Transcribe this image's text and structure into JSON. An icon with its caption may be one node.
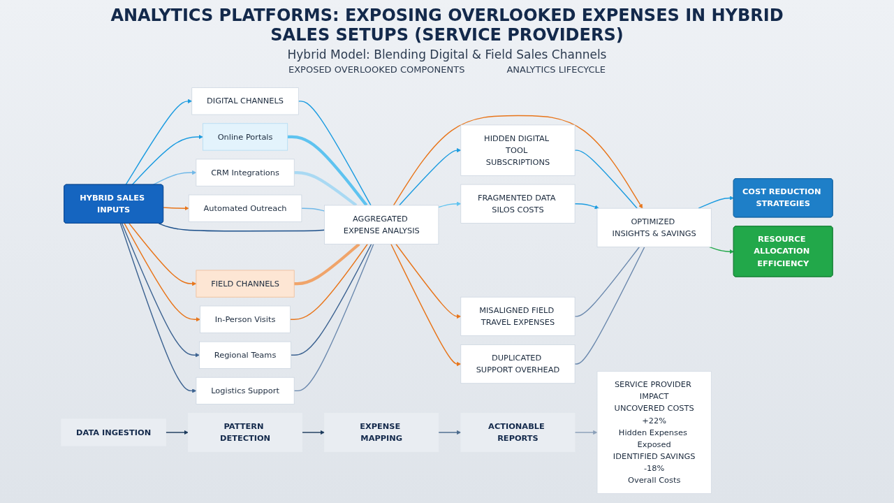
{
  "diagram": {
    "title": "ANALYTICS PLATFORMS: EXPOSING OVERLOOKED EXPENSES IN HYBRID SALES SETUPS (SERVICE PROVIDERS)",
    "nodes": [
      {
        "text": [
          "HYBRID SALES INPUTS"
        ]
      },
      {
        "text": [
          "DIGITAL CHANNELS"
        ]
      },
      {
        "text": [
          "Online Portals"
        ]
      },
      {
        "text": [
          "CRM Integrations"
        ]
      },
      {
        "text": [
          "Automated Outreach"
        ]
      },
      {
        "text": [
          "FIELD CHANNELS"
        ]
      },
      {
        "text": [
          "In-Person Visits"
        ]
      },
      {
        "text": [
          "Regional Teams"
        ]
      },
      {
        "text": [
          "Logistics Support"
        ]
      },
      {
        "text": [
          "AGGREGATED EXPENSE ANALYSIS"
        ]
      },
      {
        "text": [
          "HIDDEN DIGITAL TOOL SUBSCRIPTIONS"
        ]
      },
      {
        "text": [
          "FRAGMENTED DATA SILOS COSTS"
        ]
      },
      {
        "text": [
          "MISALIGNED FIELD TRAVEL EXPENSES"
        ]
      },
      {
        "text": [
          "DUPLICATED SUPPORT OVERHEAD"
        ]
      },
      {
        "text": [
          "OPTIMIZED INSIGHTS & SAVINGS"
        ]
      },
      {
        "text": [
          "COST REDUCTION STRATEGIES"
        ]
      },
      {
        "text": [
          "RESOURCE ALLOCATION EFFICIENCY"
        ]
      },
      {
        "text": [
          "DATA INGESTION"
        ]
      },
      {
        "text": [
          "PATTERN DETECTION"
        ]
      },
      {
        "text": [
          "EXPENSE MAPPING"
        ]
      },
      {
        "text": [
          "ACTIONABLE REPORTS"
        ]
      },
      {
        "text": [
          "SERVICE PROVIDER IMPACT",
          "UNCOVERED COSTS",
          "+22%",
          "Hidden Expenses Exposed",
          "IDENTIFIED SAVINGS",
          "-18%",
          "Overall Costs"
        ]
      }
    ],
    "edges": [
      {
        "from": 0,
        "to": 1,
        "arrow": "to",
        "color": "#1a9be0"
      },
      {
        "from": 0,
        "to": 2,
        "arrow": "to",
        "color": "#1a9be0"
      },
      {
        "from": 0,
        "to": 3,
        "arrow": "to",
        "color": "#6fb8e8"
      },
      {
        "from": 0,
        "to": 4,
        "arrow": "to",
        "color": "#e8751a"
      },
      {
        "from": 0,
        "to": 5,
        "arrow": "to",
        "color": "#e8751a"
      },
      {
        "from": 0,
        "to": 6,
        "arrow": "to",
        "color": "#e8751a"
      },
      {
        "from": 0,
        "to": 7,
        "arrow": "to",
        "color": "#3d6391"
      },
      {
        "from": 0,
        "to": 8,
        "arrow": "to",
        "color": "#3d6391"
      },
      {
        "from": 1,
        "to": 9,
        "arrow": "none",
        "color": "#1a9be0"
      },
      {
        "from": 2,
        "to": 9,
        "arrow": "none",
        "style": "thick",
        "color": "#5ec3f0"
      },
      {
        "from": 3,
        "to": 9,
        "arrow": "none",
        "style": "thick",
        "color": "#a9d9f3"
      },
      {
        "from": 4,
        "to": 9,
        "arrow": "none",
        "color": "#6fb8e8"
      },
      {
        "from": 0,
        "to": 9,
        "arrow": "none",
        "color": "#1b4f8a"
      },
      {
        "from": 5,
        "to": 9,
        "arrow": "none",
        "style": "thick",
        "color": "#f0a46a"
      },
      {
        "from": 6,
        "to": 9,
        "arrow": "none",
        "color": "#e8751a"
      },
      {
        "from": 7,
        "to": 9,
        "arrow": "none",
        "color": "#3d6391"
      },
      {
        "from": 8,
        "to": 9,
        "arrow": "none",
        "color": "#6a88ad"
      },
      {
        "from": 9,
        "to": 10,
        "arrow": "to",
        "color": "#1a9be0"
      },
      {
        "from": 9,
        "to": 11,
        "arrow": "to",
        "color": "#5ec3f0"
      },
      {
        "from": 9,
        "to": 14,
        "arrow": "to",
        "color": "#e8751a"
      },
      {
        "from": 9,
        "to": 12,
        "arrow": "to",
        "color": "#e8751a"
      },
      {
        "from": 9,
        "to": 13,
        "arrow": "to",
        "color": "#e8751a"
      },
      {
        "from": 10,
        "to": 14,
        "arrow": "none",
        "color": "#1a9be0"
      },
      {
        "from": 11,
        "to": 14,
        "arrow": "to",
        "color": "#1a9be0"
      },
      {
        "from": 12,
        "to": 14,
        "arrow": "none",
        "color": "#6a88ad"
      },
      {
        "from": 13,
        "to": 14,
        "arrow": "none",
        "color": "#6a88ad"
      },
      {
        "from": 14,
        "to": 15,
        "arrow": "to",
        "color": "#1a9be0"
      },
      {
        "from": 14,
        "to": 16,
        "arrow": "to",
        "color": "#22a84a"
      },
      {
        "from": 17,
        "to": 18,
        "arrow": "to",
        "color": "#1b3a5c"
      },
      {
        "from": 18,
        "to": 19,
        "arrow": "to",
        "color": "#1b3a5c"
      },
      {
        "from": 19,
        "to": 20,
        "arrow": "to",
        "color": "#4a6a8c"
      },
      {
        "from": 20,
        "to": 21,
        "arrow": "to",
        "color": "#8a9fb8"
      }
    ],
    "labels": [
      "Hybrid Model: Blending Digital & Field Sales Channels",
      "EXPOSED OVERLOOKED COMPONENTS",
      "ANALYTICS LIFECYCLE"
    ]
  }
}
